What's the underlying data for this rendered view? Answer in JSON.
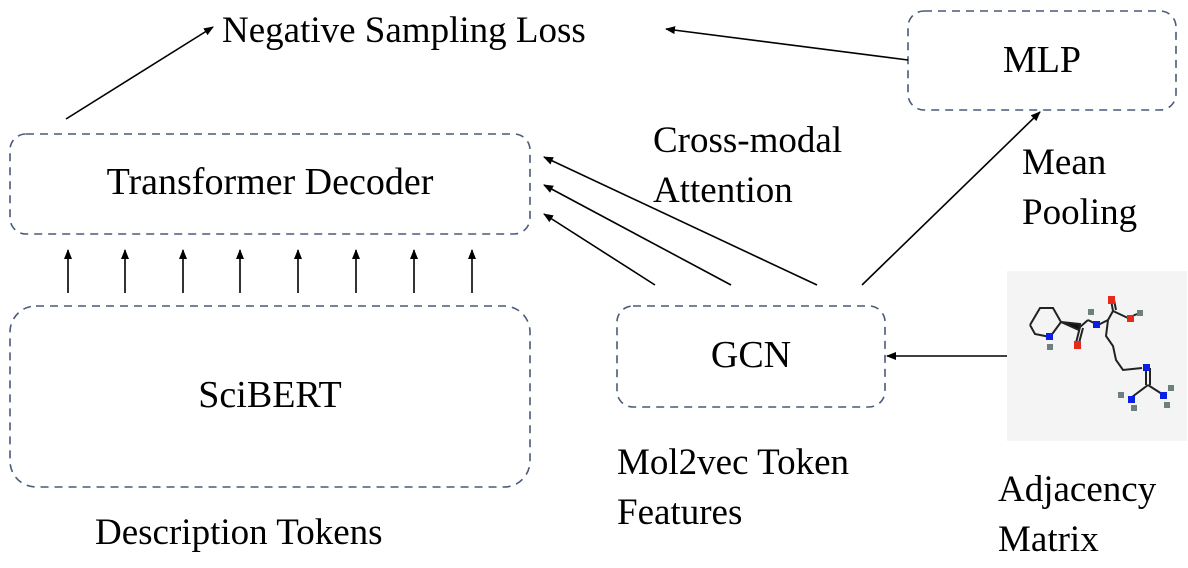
{
  "diagram": {
    "title": "",
    "nodes": {
      "transformer_decoder": {
        "label": "Transformer Decoder"
      },
      "scibert": {
        "label": "SciBERT"
      },
      "gcn": {
        "label": "GCN"
      },
      "mlp": {
        "label": "MLP"
      }
    },
    "labels": {
      "loss": "Negative Sampling Loss",
      "cross_modal_line1": "Cross-modal",
      "cross_modal_line2": "Attention",
      "mean_pooling_line1": "Mean",
      "mean_pooling_line2": "Pooling",
      "description_tokens": "Description Tokens",
      "mol2vec_line1": "Mol2vec Token",
      "mol2vec_line2": "Features",
      "adjacency_line1": "Adjacency",
      "adjacency_line2": "Matrix"
    },
    "edges": [
      {
        "from": "transformer_decoder",
        "to": "loss"
      },
      {
        "from": "mlp",
        "to": "loss"
      },
      {
        "from": "scibert",
        "to": "transformer_decoder",
        "count": 8
      },
      {
        "from": "gcn",
        "to": "transformer_decoder",
        "count": 3,
        "label": "Cross-modal Attention"
      },
      {
        "from": "gcn",
        "to": "mlp",
        "label": "Mean Pooling"
      },
      {
        "from": "molecule",
        "to": "gcn",
        "label": "Adjacency Matrix"
      }
    ],
    "molecule_image": "molecule-structure",
    "colors": {
      "box_border": "#4a5a7a",
      "arrow": "#000000",
      "molecule_bg": "#f4f4f4",
      "nitrogen": "#0a1ee6",
      "oxygen": "#e62a1a",
      "hydrogen": "#6c8080"
    }
  }
}
